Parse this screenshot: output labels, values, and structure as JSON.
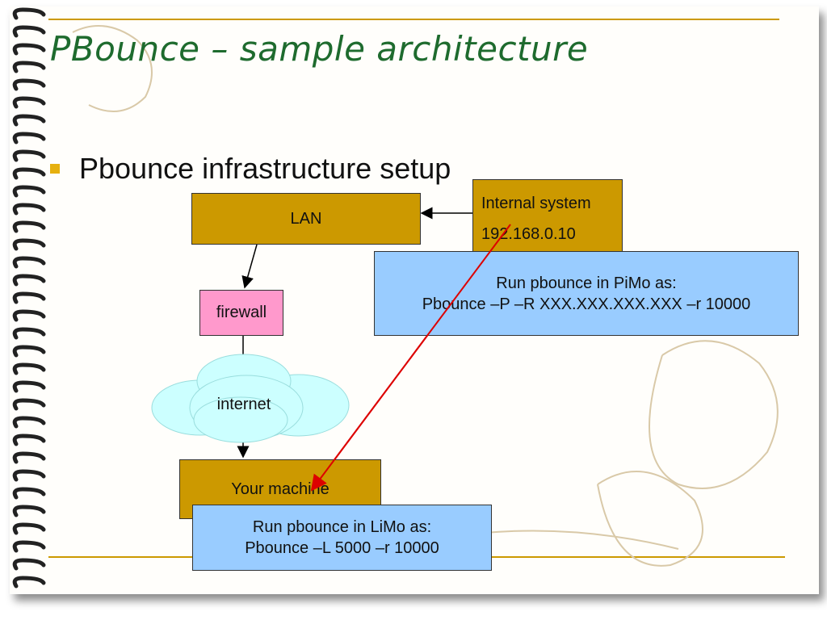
{
  "slide": {
    "title": "PBounce – sample architecture",
    "bullet": "Pbounce infrastructure setup"
  },
  "diagram": {
    "lan": "LAN",
    "internal_system": {
      "line1": "Internal system",
      "line2": "192.168.0.10"
    },
    "pimo": {
      "line1": "Run pbounce in PiMo as:",
      "line2": "Pbounce –P –R XXX.XXX.XXX.XXX –r 10000"
    },
    "firewall": "firewall",
    "internet": "internet",
    "your_machine": "Your machine",
    "limo": {
      "line1": "Run pbounce in LiMo as:",
      "line2": "Pbounce –L 5000 –r 10000"
    }
  },
  "colors": {
    "title": "#1e6b2e",
    "accent_rule": "#cc9900",
    "node_gold": "#cc9900",
    "firewall_pink": "#ff99cc",
    "note_blue": "#99ccff",
    "cloud": "#ccffff",
    "red_connector": "#dd0000"
  }
}
